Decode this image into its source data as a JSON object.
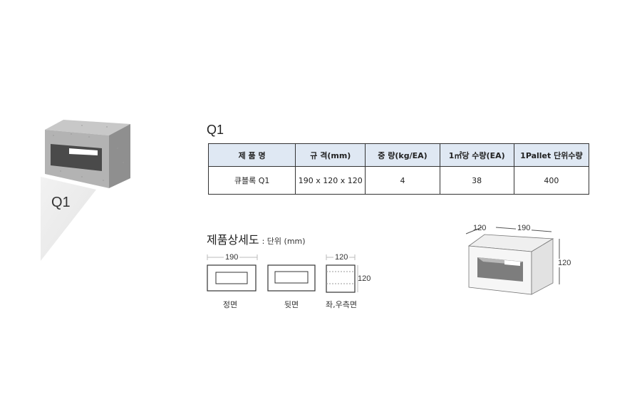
{
  "product": {
    "photo_label": "Q1",
    "title": "Q1"
  },
  "spec_table": {
    "headers": [
      "제 품 명",
      "규 격(mm)",
      "중 량(kg/EA)",
      "1㎡당 수량(EA)",
      "1Pallet 단위수량"
    ],
    "rows": [
      [
        "큐블록 Q1",
        "190 x 120 x 120",
        "4",
        "38",
        "400"
      ]
    ]
  },
  "detail": {
    "title": "제품상세도",
    "unit": ": 단위 (mm)",
    "front": {
      "label": "정면",
      "width": "190"
    },
    "back": {
      "label": "뒷면"
    },
    "side": {
      "label": "좌,우측면",
      "width": "120",
      "height": "120"
    },
    "iso": {
      "depth": "120",
      "width": "190",
      "height": "120"
    }
  },
  "colors": {
    "header_bg": "#dfe8f3",
    "border": "#333333"
  }
}
